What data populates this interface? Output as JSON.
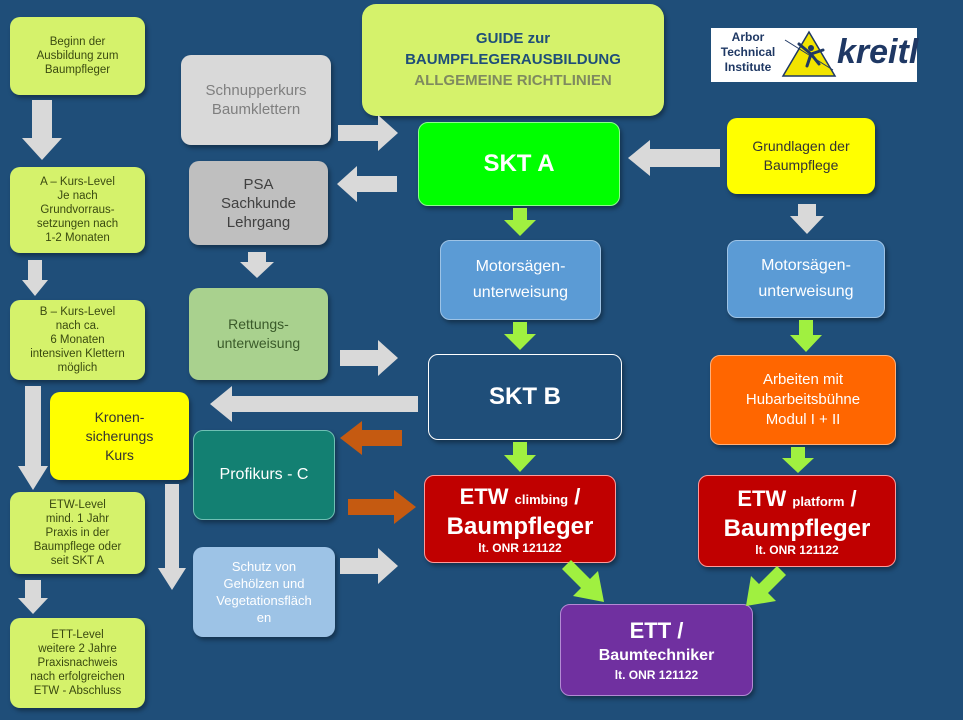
{
  "header": {
    "line1a": "GUIDE",
    "line1b": "zur",
    "line2": "BAUMPFLEGERAUSBILDUNG",
    "line3": "ALLGEMEINE RICHTLINIEN"
  },
  "logo": {
    "line1": "Arbor",
    "line2": "Technical",
    "line3": "Institute",
    "brand": "kreitl"
  },
  "left_column": {
    "beginn": [
      "Beginn der",
      "Ausbildung zum",
      "Baumpfleger"
    ],
    "a_level": [
      "A – Kurs-Level",
      "Je nach",
      "Grundvorraus-",
      "setzungen nach",
      "1-2 Monaten"
    ],
    "b_level": [
      "B – Kurs-Level",
      "nach ca.",
      "6 Monaten",
      "intensiven Klettern",
      "möglich"
    ],
    "etw_level": [
      "ETW-Level",
      "mind. 1 Jahr",
      "Praxis in der",
      "Baumpflege oder",
      "seit SKT A"
    ],
    "ett_level": [
      "ETT-Level",
      "weitere 2 Jahre",
      "Praxisnachweis",
      "nach erfolgreichen",
      "ETW - Abschluss"
    ]
  },
  "middle_column": {
    "schnupper": [
      "Schnupperkurs",
      "Baumklettern"
    ],
    "psa": [
      "PSA",
      "Sachkunde",
      "Lehrgang"
    ],
    "rettung": [
      "Rettungs-",
      "unterweisung"
    ],
    "kronen": [
      "Kronen-",
      "sicherungs",
      "Kurs"
    ],
    "profikurs": "Profikurs - C",
    "schutz": [
      "Schutz von",
      "Gehölzen und",
      "Vegetationsfläch",
      "en"
    ]
  },
  "center_column": {
    "skt_a": "SKT A",
    "motor": [
      "Motorsägen-",
      "unterweisung"
    ],
    "skt_b": "SKT B",
    "etw_climb": {
      "main": "ETW",
      "sub": "climbing",
      "slash": "/",
      "title": "Baumpfleger",
      "norm": "lt. ONR 121122"
    }
  },
  "right_column": {
    "grundlagen": [
      "Grundlagen der",
      "Baumpflege"
    ],
    "motor": [
      "Motorsägen-",
      "unterweisung"
    ],
    "hubarbeit": [
      "Arbeiten mit",
      "Hubarbeitsbühne",
      "Modul I + II"
    ],
    "etw_platform": {
      "main": "ETW",
      "sub": "platform",
      "slash": "/",
      "title": "Baumpfleger",
      "norm": "lt. ONR 121122"
    }
  },
  "bottom": {
    "ett": {
      "title": "ETT /",
      "sub": "Baumtechniker",
      "norm": "lt. ONR 121122"
    }
  },
  "colors": {
    "background": "#1f4e79",
    "lime": "#d5f26b",
    "green": "#00ff00",
    "blue": "#5b9bd5",
    "red": "#c00000",
    "purple": "#7030a0",
    "orange": "#ff6600",
    "teal": "#138072",
    "yellow": "#ffff00",
    "arrow_gray": "#d9d9d9",
    "arrow_lime": "#a0f040",
    "arrow_orange": "#c55a11"
  }
}
